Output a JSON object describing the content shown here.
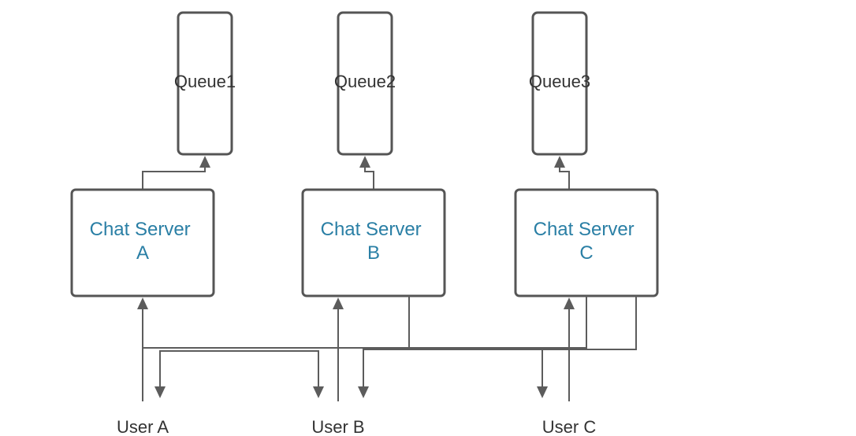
{
  "queues": [
    {
      "label": "Queue1"
    },
    {
      "label": "Queue2"
    },
    {
      "label": "Queue3"
    }
  ],
  "servers": [
    {
      "line1": "Chat Server",
      "line2": "A"
    },
    {
      "line1": "Chat Server",
      "line2": "B"
    },
    {
      "line1": "Chat Server",
      "line2": "C"
    }
  ],
  "users": [
    {
      "label": "User A"
    },
    {
      "label": "User B"
    },
    {
      "label": "User C"
    }
  ],
  "colors": {
    "server_text": "#2a7fa5",
    "stroke": "#555555",
    "text": "#333333"
  }
}
